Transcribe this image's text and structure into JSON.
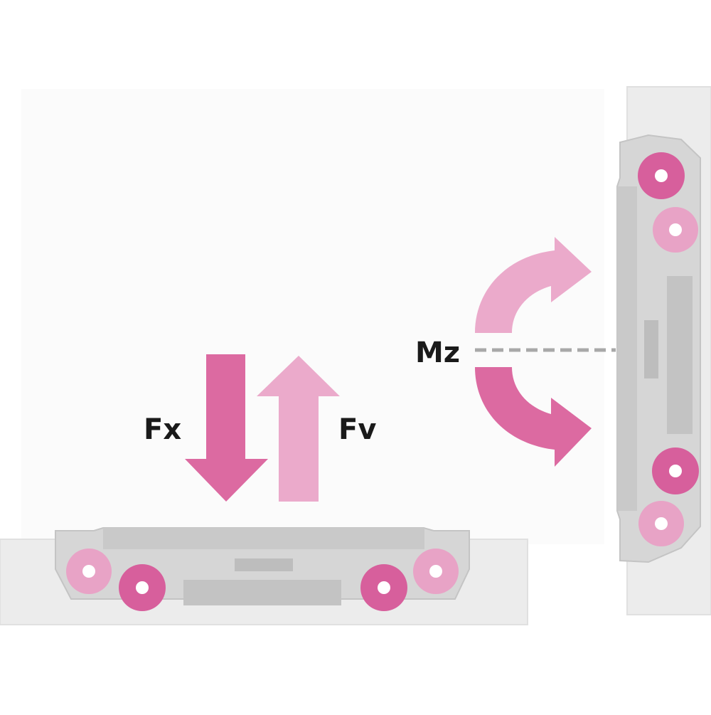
{
  "labels": {
    "fx": "Fx",
    "fv": "Fv",
    "mz": "Mz"
  },
  "colors": {
    "arrow_dark": "#dc6aa1",
    "arrow_light": "#ebaacb",
    "wheel_dark": "#d75f9c",
    "wheel_light": "#e8a3c6",
    "rail": "#ececec",
    "carriage": "#dadada",
    "carriage_dark": "#bdbdbd",
    "dashed_axis": "#a8a8a8"
  },
  "icons": [
    "down-force-arrow",
    "up-force-arrow",
    "curved-moment-arrow",
    "guide-wheel"
  ]
}
